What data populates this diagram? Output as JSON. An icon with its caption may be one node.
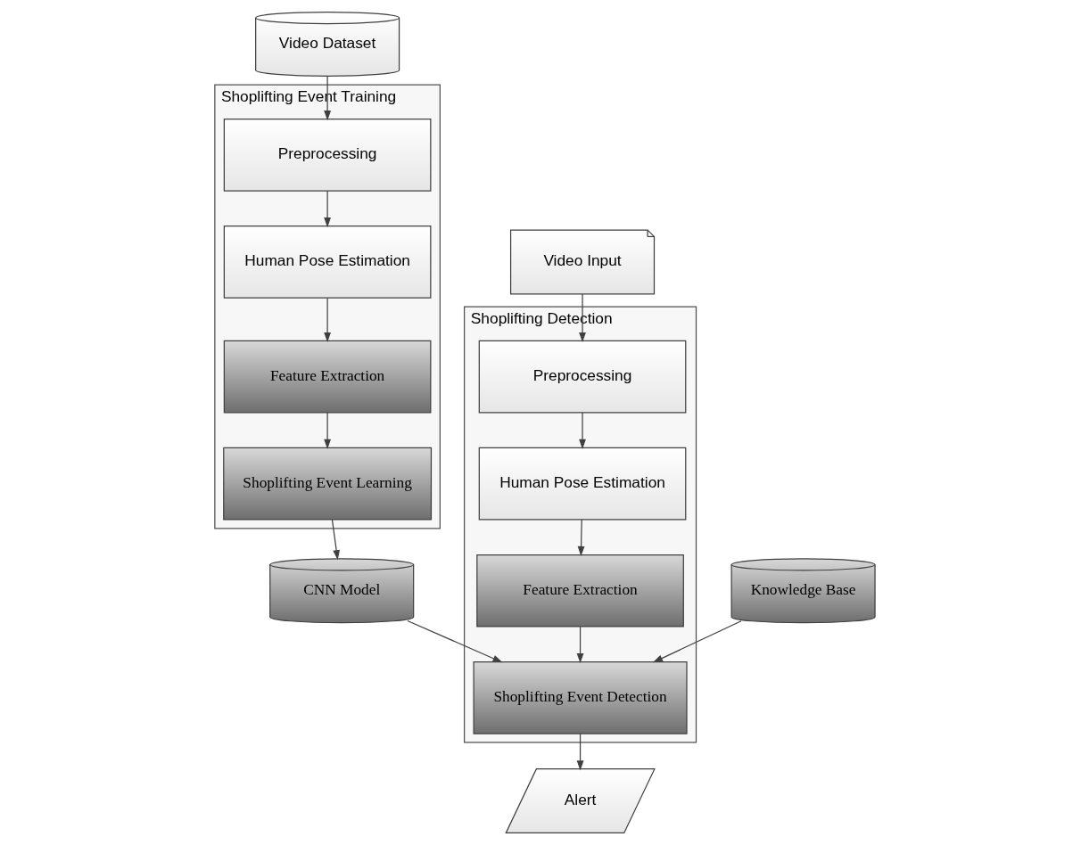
{
  "diagram": {
    "nodes": [
      {
        "text": [
          "Video Dataset"
        ]
      },
      {
        "text": [
          "Shoplifting Event Training"
        ]
      },
      {
        "text": [
          "Preprocessing"
        ],
        "in": 1
      },
      {
        "text": [
          "Human Pose Estimation"
        ],
        "in": 1
      },
      {
        "text": [
          "Feature Extraction"
        ],
        "in": 1
      },
      {
        "text": [
          "Shoplifting Event Learning"
        ],
        "in": 1
      },
      {
        "text": [
          "CNN Model"
        ]
      },
      {
        "text": [
          "Video Input"
        ]
      },
      {
        "text": [
          "Shoplifting Detection"
        ]
      },
      {
        "text": [
          "Preprocessing"
        ],
        "in": 8
      },
      {
        "text": [
          "Human Pose Estimation"
        ],
        "in": 8
      },
      {
        "text": [
          "Feature Extraction"
        ],
        "in": 8
      },
      {
        "text": [
          "Shoplifting Event Detection"
        ],
        "in": 8
      },
      {
        "text": [
          "Knowledge Base"
        ]
      },
      {
        "text": [
          "Alert"
        ]
      }
    ],
    "edges": [
      {
        "from": 0,
        "to": 2,
        "arrow": "to"
      },
      {
        "from": 2,
        "to": 3,
        "arrow": "to"
      },
      {
        "from": 3,
        "to": 4,
        "arrow": "to"
      },
      {
        "from": 4,
        "to": 5,
        "arrow": "to"
      },
      {
        "from": 5,
        "to": 6,
        "arrow": "to"
      },
      {
        "from": 7,
        "to": 9,
        "arrow": "to"
      },
      {
        "from": 9,
        "to": 10,
        "arrow": "to"
      },
      {
        "from": 10,
        "to": 11,
        "arrow": "to"
      },
      {
        "from": 11,
        "to": 12,
        "arrow": "to"
      },
      {
        "from": 6,
        "to": 12,
        "arrow": "to"
      },
      {
        "from": 13,
        "to": 12,
        "arrow": "to"
      },
      {
        "from": 12,
        "to": 14,
        "arrow": "to"
      }
    ]
  }
}
